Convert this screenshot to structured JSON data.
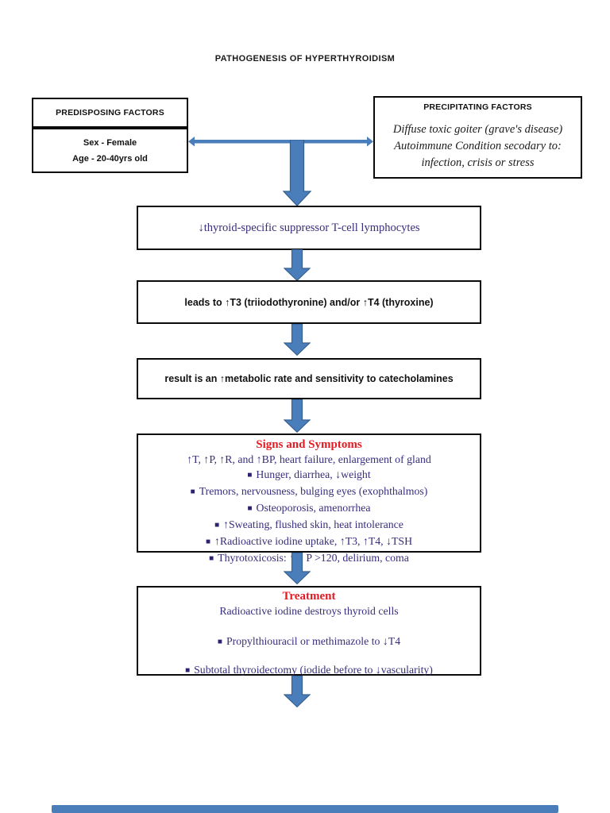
{
  "title": "PATHOGENESIS OF HYPERTHYROIDISM",
  "glyphs": {
    "bullet": "■"
  },
  "predisposing": {
    "header": "PREDISPOSING FACTORS",
    "line1": "Sex - Female",
    "line2": "Age - 20-40yrs old"
  },
  "precipitating": {
    "header": "PRECIPITATING FACTORS",
    "line1": "Diffuse toxic goiter (grave's disease)",
    "line2": "Autoimmune Condition secodary to:",
    "line3": "infection, crisis or stress"
  },
  "steps": {
    "step1": "↓thyroid-specific suppressor T-cell lymphocytes",
    "step2": "leads to ↑T3 (triiodothyronine) and/or ↑T4 (thyroxine)",
    "step3": "result is an ↑metabolic rate and sensitivity to catecholamines"
  },
  "signs": {
    "heading": "Signs and Symptoms",
    "intro": "↑T, ↑P, ↑R, and ↑BP, heart failure, enlargement of gland",
    "items": [
      "Hunger, diarrhea, ↓weight",
      "Tremors, nervousness, bulging eyes (exophthalmos)",
      "Osteoporosis, amenorrhea",
      "↑Sweating, flushed skin, heat intolerance",
      "↑Radioactive iodine uptake, ↑T3, ↑T4, ↓TSH",
      "Thyrotoxicosis: ↑T, P >120, delirium, coma"
    ]
  },
  "treatment": {
    "heading": "Treatment",
    "intro": "Radioactive iodine destroys thyroid cells",
    "items": [
      "Propylthiouracil or methimazole to ↓T4",
      "Subtotal thyroidectomy (iodide before to ↓vascularity)"
    ]
  },
  "colors": {
    "arrow_fill": "#4a7ebb",
    "arrow_border": "#38618f",
    "text_purple": "#372e7d",
    "heading_red": "#e31b23",
    "box_border": "#0a0a0a"
  }
}
